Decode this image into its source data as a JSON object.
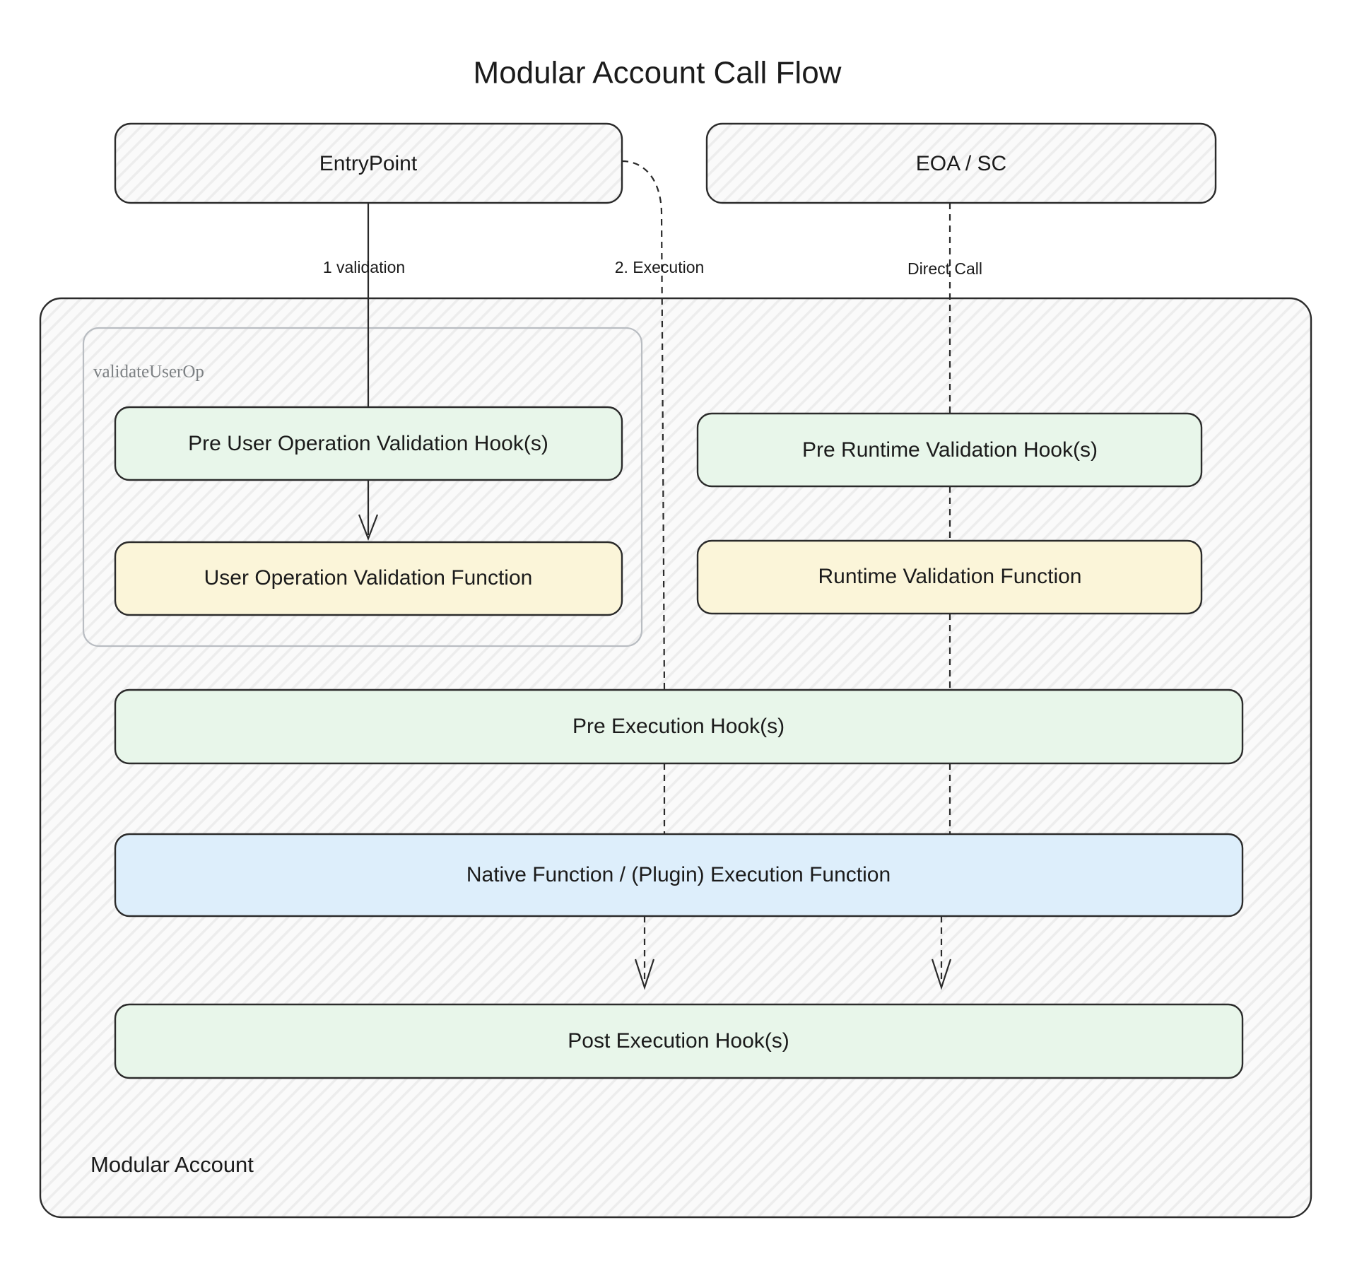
{
  "title": "Modular Account Call Flow",
  "colors": {
    "green_fill": "#e8f6ea",
    "yellow_fill": "#fbf5d9",
    "blue_fill": "#ddeefb",
    "plain_fill": "#fafafa",
    "stroke": "#2b2b2b",
    "sub_cluster_stroke": "#b9bdc2",
    "sub_cluster_label": "#7d8184",
    "text": "#1b1b1b"
  },
  "top_nodes": [
    {
      "id": "entrypoint",
      "label": "EntryPoint"
    },
    {
      "id": "eoa-sc",
      "label": "EOA / SC"
    }
  ],
  "clusters": {
    "main": {
      "id": "modular-account",
      "label": "Modular Account"
    },
    "sub": {
      "id": "validate-user-op",
      "label": "validateUserOp"
    }
  },
  "nodes": [
    {
      "id": "pre-user-operation-validation-hook",
      "label": "Pre User Operation Validation Hook(s)",
      "style": "green"
    },
    {
      "id": "user-operation-validation-function",
      "label": "User Operation Validation Function",
      "style": "yellow"
    },
    {
      "id": "pre-runtime-validation-hook",
      "label": "Pre Runtime Validation Hook(s)",
      "style": "green"
    },
    {
      "id": "runtime-validation-function",
      "label": "Runtime Validation Function",
      "style": "yellow"
    },
    {
      "id": "pre-execution-hook",
      "label": "Pre Execution Hook(s)",
      "style": "green"
    },
    {
      "id": "native-function-execution-function",
      "label": "Native Function  /  (Plugin) Execution Function",
      "style": "blue"
    },
    {
      "id": "post-execution-hook",
      "label": "Post Execution Hook(s)",
      "style": "green"
    }
  ],
  "edges": [
    {
      "id": "validation",
      "label": "1 validation",
      "from": "entrypoint",
      "to": "pre-user-operation-validation-hook"
    },
    {
      "id": "execution",
      "label": "2. Execution",
      "from": "entrypoint",
      "to": "pre-execution-hook"
    },
    {
      "id": "direct-call",
      "label": "Direct Call",
      "from": "eoa-sc",
      "to": "pre-runtime-validation-hook"
    }
  ]
}
